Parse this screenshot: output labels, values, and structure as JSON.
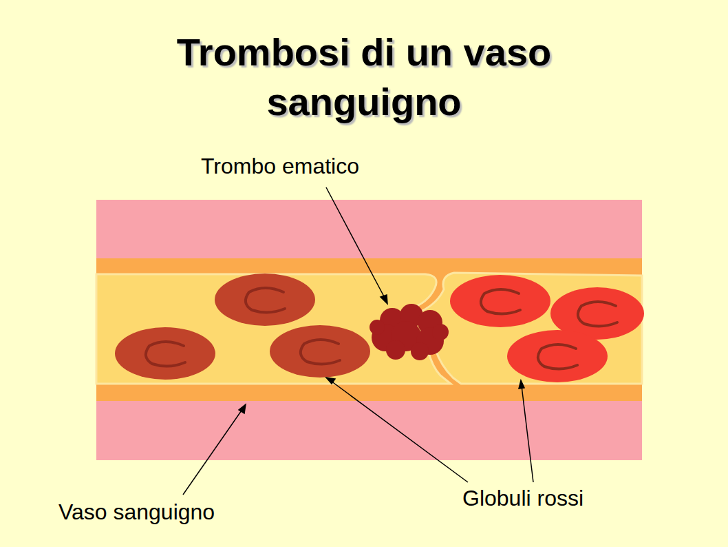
{
  "diagram": {
    "title": "Trombosi di un vaso sanguigno",
    "labels": [
      "Trombo ematico",
      "Vaso sanguigno",
      "Globuli rossi"
    ]
  }
}
